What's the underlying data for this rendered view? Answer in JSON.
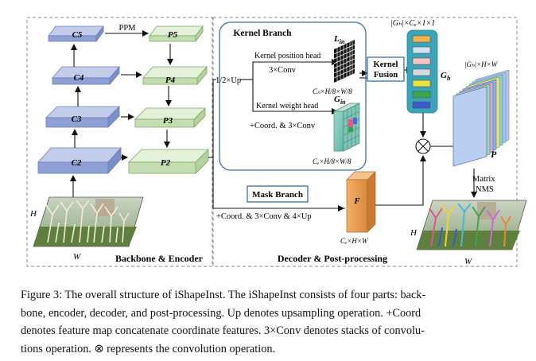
{
  "backbone": {
    "title": "Backbone & Encoder",
    "c_layers": [
      "C5",
      "C4",
      "C3",
      "C2"
    ],
    "p_layers": [
      "P5",
      "P4",
      "P3",
      "P2"
    ],
    "ppm_label": "PPM",
    "input_height_label": "H",
    "input_width_label": "W"
  },
  "decoder": {
    "title": "Decoder & Post-processing",
    "upsample_label": "1/2×Up",
    "kernel_branch": {
      "title": "Kernel Branch",
      "position_head_label": "Kernel position head",
      "position_conv_label": "3×Conv",
      "weight_head_label": "Kernel weight head",
      "weight_conv_label": "+Coord. & 3×Conv",
      "l_in_label": "L",
      "l_in_sub": "in",
      "l_in_dims": "Cₙ×H/8×W/8",
      "g_in_label": "G",
      "g_in_sub": "in",
      "g_in_dims": "Cₑ×H/8×W/8"
    },
    "kernel_fusion_label": [
      "Kernel",
      "Fusion"
    ],
    "g_h_label": "G",
    "g_h_sub": "h",
    "g_h_dims": "|Gₕ|×Cₑ×1×1",
    "mask_branch": {
      "title": "Mask Branch",
      "ops_label": "+Coord. & 3×Conv & 4×Up",
      "f_label": "F",
      "f_dims": "Cₑ×H×W"
    },
    "p_label": "P",
    "p_dims": "|Gₕ|×H×W",
    "matrix_nms_label": [
      "Matrix",
      "NMS"
    ],
    "output_height_label": "H",
    "output_width_label": "W"
  },
  "caption": {
    "lines": [
      "Figure 3: The overall structure of iShapeInst. The iShapeInst consists of four parts: back-",
      "bone, encoder, decoder, and post-processing. Up denotes upsampling operation. +Coord",
      "denotes feature map concatenate coordinate features. 3×Conv denotes stacks of convolu-",
      "tions operation. ⊗ represents the convolution operation."
    ]
  },
  "colors": {
    "c_block": "#a9b8e0",
    "p_block": "#d6ebc8",
    "dashed_border": "#888888",
    "kernel_branch_border": "#3a6ea5",
    "f_block": "#e6a15a",
    "g_h_panel": "#3aa5b8"
  }
}
